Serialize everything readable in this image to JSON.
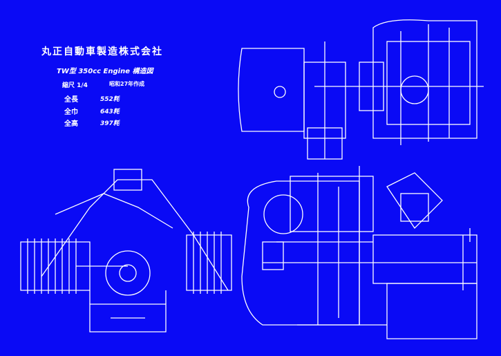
{
  "title": "丸正自動車製造株式会社",
  "subtitle": "TW型 350cc Engine 構造図",
  "scale": "縮尺 1/4",
  "note": "昭和27年作成",
  "dimensions": [
    {
      "label": "全長",
      "value": "552粍"
    },
    {
      "label": "全巾",
      "value": "643粍"
    },
    {
      "label": "全高",
      "value": "397粍"
    }
  ],
  "colors": {
    "background": "#0a0af5",
    "lines": "#ffffff"
  }
}
